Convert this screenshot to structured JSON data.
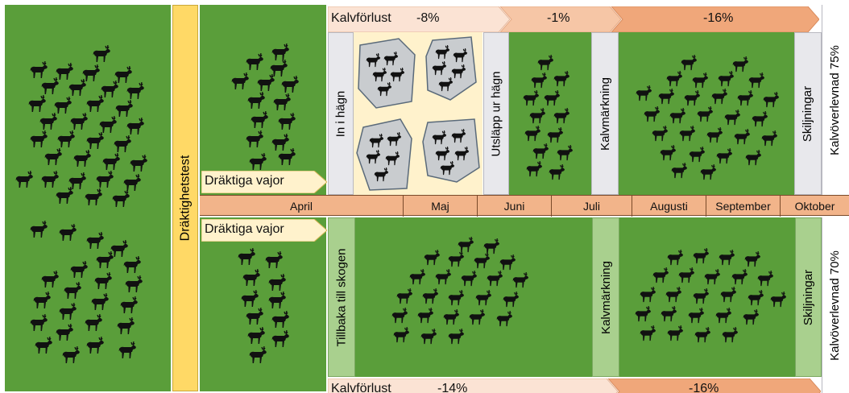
{
  "colors": {
    "pasture": "#5a9e3a",
    "timeline": "#f2b48a",
    "loss_light": "#fbe3d4",
    "loss_mid": "#f6c6a6",
    "loss_dark": "#f0a77a",
    "pregnancy_band": "#ffd966",
    "label_bar_grey": "#e8e8ec",
    "label_bar_green": "#a9d08e",
    "enclosure_bg": "#fff2cc",
    "pen_fill": "#c9cccf",
    "reindeer": "#111111"
  },
  "timeline": {
    "months": [
      "April",
      "Maj",
      "Juni",
      "Juli",
      "Augusti",
      "September",
      "Oktober"
    ]
  },
  "left_column": {
    "pregnancy_test": "Dräktighetstest"
  },
  "top_row": {
    "calf_loss_label": "Kalvförlust",
    "losses": [
      "-8%",
      "-1%",
      "-16%"
    ],
    "pregnant_females": "Dräktiga vajor",
    "into_enclosure": "In i hägn",
    "release_from_enclosure": "Utsläpp ur hägn",
    "calf_marking": "Kalvmärkning",
    "separations": "Skiljningar",
    "calf_survival": "Kalvöverlevnad 75%"
  },
  "bottom_row": {
    "calf_loss_label": "Kalvförlust",
    "losses": [
      "-14%",
      "-16%"
    ],
    "pregnant_females": "Dräktiga vajor",
    "back_to_forest": "Tillbaka till skogen",
    "calf_marking": "Kalvmärkning",
    "separations": "Skiljningar",
    "calf_survival": "Kalvöverlevnad 70%"
  },
  "icons": {
    "animal": "reindeer-icon",
    "pen": "enclosure-pen-icon"
  }
}
